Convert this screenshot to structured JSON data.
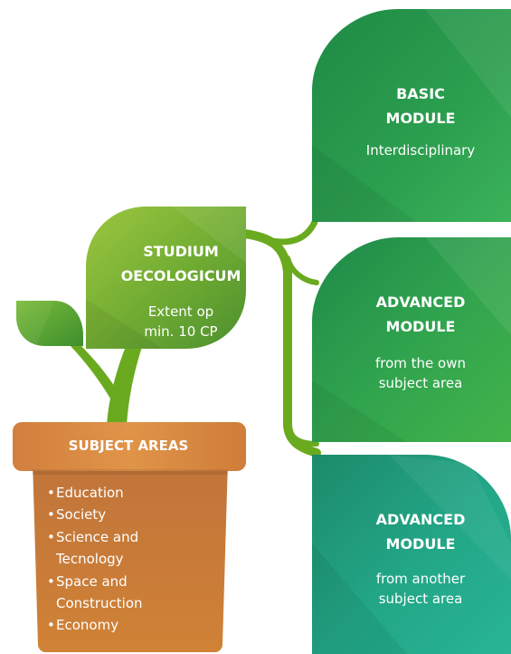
{
  "diagram": {
    "center_leaf": {
      "title_line1": "STUDIUM",
      "title_line2": "OECOLOGICUM",
      "extent_line1": "Extent op",
      "extent_line2": "min. 10 CP"
    },
    "basic_module": {
      "title_line1": "BASIC",
      "title_line2": "MODULE",
      "subtitle": "Interdisciplinary"
    },
    "advanced_module_own": {
      "title_line1": "ADVANCED",
      "title_line2": "MODULE",
      "subtitle_line1": "from the own",
      "subtitle_line2": "subject area"
    },
    "advanced_module_other": {
      "title_line1": "ADVANCED",
      "title_line2": "MODULE",
      "subtitle_line1": "from another",
      "subtitle_line2": "subject area"
    },
    "pot": {
      "title": "SUBJECT AREAS",
      "items": [
        "Education",
        "Society",
        "Science and",
        "Tecnology",
        "Space and",
        "Construction",
        "Economy"
      ],
      "item_bullets": [
        true,
        true,
        true,
        false,
        true,
        false,
        true
      ]
    },
    "colors": {
      "stem_green": "#6aaa1f",
      "center_leaf_light": "#8dbd3a",
      "center_leaf_dark": "#4c8f2e",
      "module_green": "#2b9a4f",
      "module_teal": "#22a78a",
      "pot_orange": "#c77a35",
      "pot_rim": "#d98a44"
    }
  }
}
